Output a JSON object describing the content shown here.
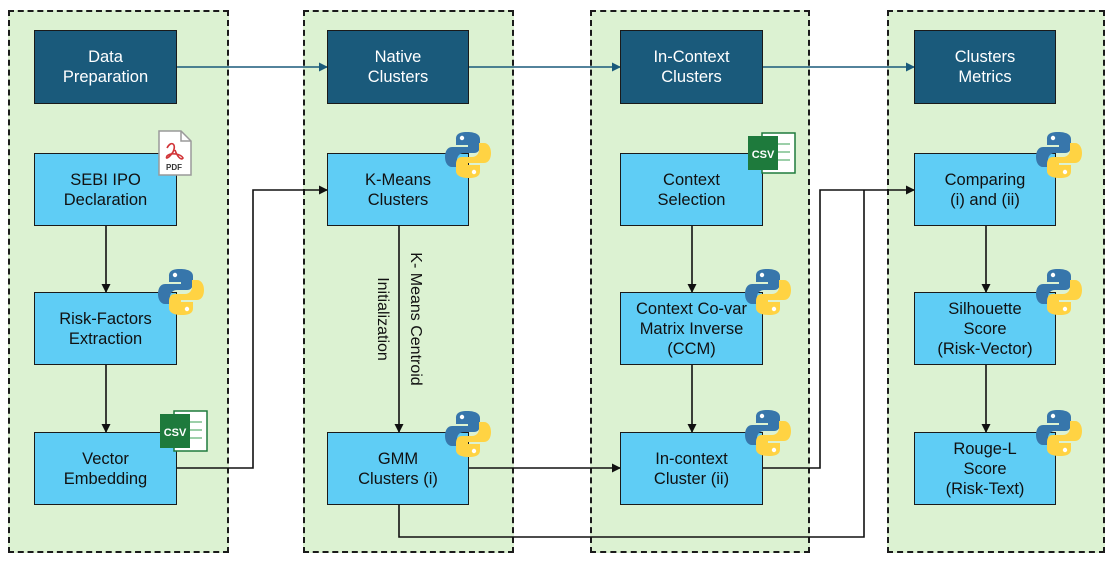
{
  "columns": [
    {
      "header": "Data\nPreparation",
      "boxes": [
        "SEBI IPO\nDeclaration",
        "Risk-Factors\nExtraction",
        "Vector\nEmbedding"
      ]
    },
    {
      "header": "Native\nClusters",
      "boxes": [
        "K-Means\nClusters",
        "GMM\nClusters (i)"
      ]
    },
    {
      "header": "In-Context\nClusters",
      "boxes": [
        "Context\nSelection",
        "Context Co-var\nMatrix  Inverse\n(CCM)",
        "In-context\nCluster (ii)"
      ]
    },
    {
      "header": "Clusters\nMetrics",
      "boxes": [
        "Comparing\n(i) and (ii)",
        "Silhouette\nScore\n(Risk-Vector)",
        "Rouge-L\nScore\n(Risk-Text)"
      ]
    }
  ],
  "edge_labels": {
    "kmeans_centroid": "K- Means Centroid",
    "initialization": "Initialization"
  },
  "icons": {
    "pdf": "PDF",
    "csv": "CSV"
  },
  "colors": {
    "panel": "#dcf2d2",
    "header": "#1a5a7b",
    "box": "#5fcdf5",
    "header_arrow": "#1a5a7b"
  }
}
